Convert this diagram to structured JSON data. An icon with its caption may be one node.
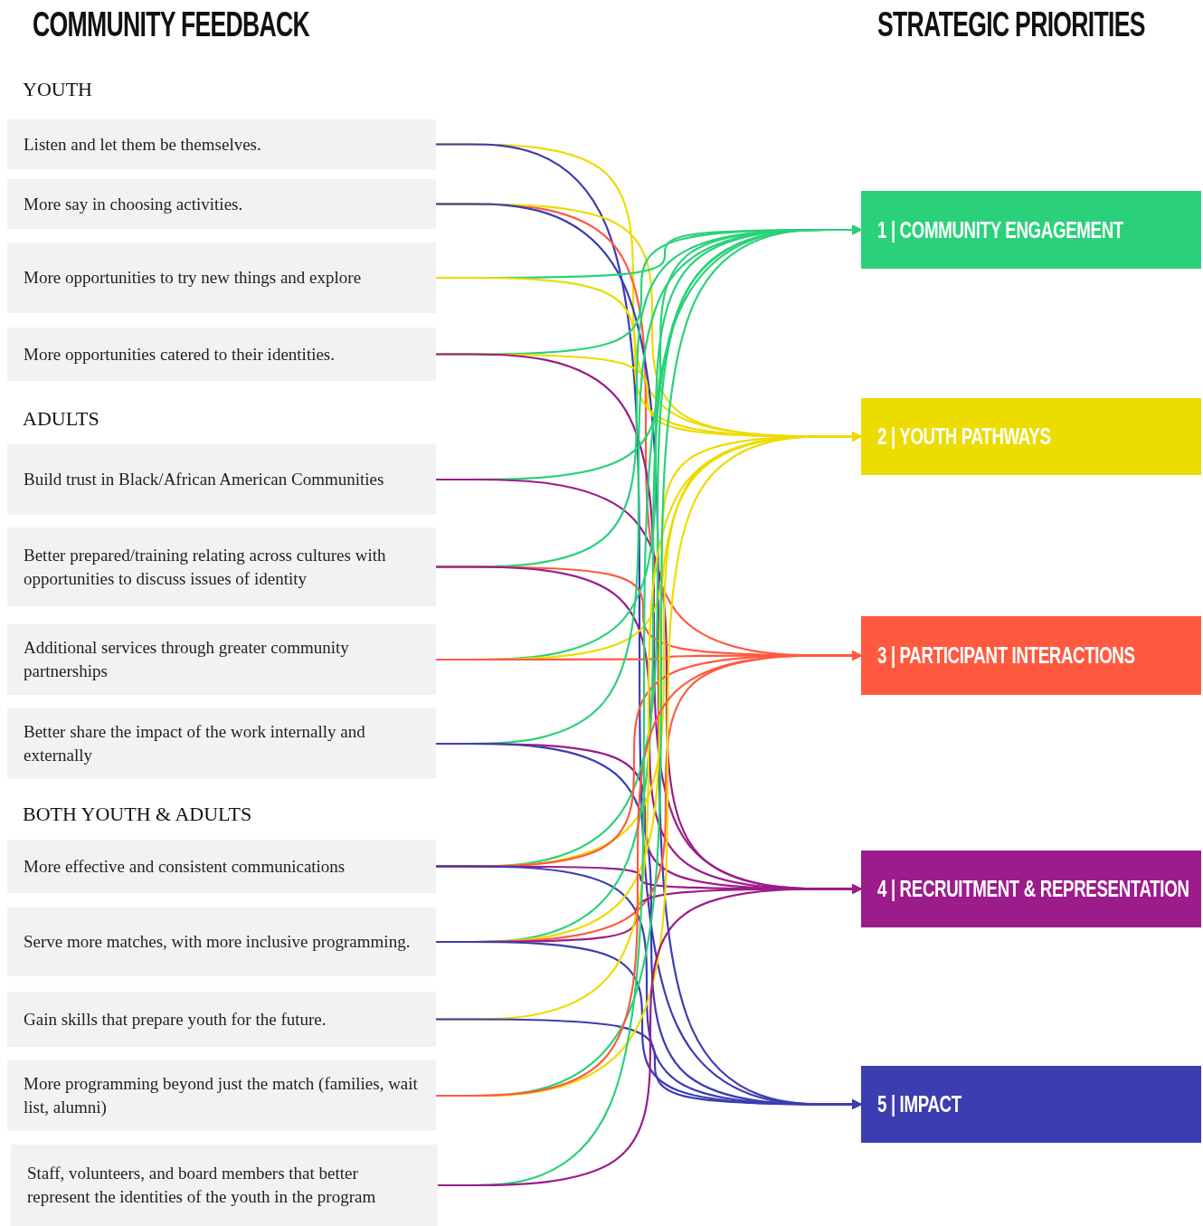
{
  "diagram": {
    "nodes": [
      {
        "text": [
          "Listen and let them be themselves."
        ]
      },
      {
        "text": [
          "More say in choosing activities."
        ]
      },
      {
        "text": [
          "More opportunities to try new things and explore"
        ]
      },
      {
        "text": [
          "More opportunities catered to their identities."
        ]
      },
      {
        "text": [
          "Build trust in Black/African American Communities"
        ]
      },
      {
        "text": [
          "Better prepared/training relating across cultures with opportunities to discuss issues of identity"
        ]
      },
      {
        "text": [
          "Additional services through greater community partnerships"
        ]
      },
      {
        "text": [
          "Better share the impact of the work internally and externally"
        ]
      },
      {
        "text": [
          "More effective and consistent communications"
        ]
      },
      {
        "text": [
          "Serve more matches, with more inclusive programming."
        ]
      },
      {
        "text": [
          "Gain skills that prepare youth for the future."
        ]
      },
      {
        "text": [
          "More programming beyond just the match (families, wait list, alumni)"
        ]
      },
      {
        "text": [
          "Staff, volunteers, and board members that better represent the identities of the youth in the program"
        ]
      },
      {
        "text": [
          "1 | COMMUNITY ENGAGEMENT"
        ]
      },
      {
        "text": [
          "2 | YOUTH PATHWAYS"
        ]
      },
      {
        "text": [
          "3 | PARTICIPANT INTERACTIONS"
        ]
      },
      {
        "text": [
          "4 | RECRUITMENT & REPRESENTATION"
        ]
      },
      {
        "text": [
          "5 | IMPACT"
        ]
      }
    ],
    "edges": [
      {
        "from": 0,
        "to": 14,
        "arrow": "to",
        "color": "#ecdc00"
      },
      {
        "from": 0,
        "to": 17,
        "arrow": "to",
        "color": "#3b3db0"
      },
      {
        "from": 1,
        "to": 15,
        "arrow": "to",
        "color": "#ff5a40"
      },
      {
        "from": 1,
        "to": 14,
        "arrow": "to",
        "color": "#ecdc00"
      },
      {
        "from": 1,
        "to": 17,
        "arrow": "to",
        "color": "#3b3db0"
      },
      {
        "from": 2,
        "to": 13,
        "arrow": "to",
        "color": "#2ad17a"
      },
      {
        "from": 2,
        "to": 14,
        "arrow": "to",
        "color": "#ecdc00"
      },
      {
        "from": 3,
        "to": 13,
        "arrow": "to",
        "color": "#2ad17a"
      },
      {
        "from": 3,
        "to": 14,
        "arrow": "to",
        "color": "#ecdc00"
      },
      {
        "from": 3,
        "to": 16,
        "arrow": "to",
        "color": "#9b1c8a"
      },
      {
        "from": 4,
        "to": 13,
        "arrow": "to",
        "color": "#2ad17a"
      },
      {
        "from": 4,
        "to": 16,
        "arrow": "to",
        "color": "#9b1c8a"
      },
      {
        "from": 5,
        "to": 13,
        "arrow": "to",
        "color": "#2ad17a"
      },
      {
        "from": 5,
        "to": 15,
        "arrow": "to",
        "color": "#ff5a40"
      },
      {
        "from": 5,
        "to": 16,
        "arrow": "to",
        "color": "#9b1c8a"
      },
      {
        "from": 6,
        "to": 13,
        "arrow": "to",
        "color": "#2ad17a"
      },
      {
        "from": 6,
        "to": 14,
        "arrow": "to",
        "color": "#ecdc00"
      },
      {
        "from": 6,
        "to": 15,
        "arrow": "to",
        "color": "#ff5a40"
      },
      {
        "from": 7,
        "to": 13,
        "arrow": "to",
        "color": "#2ad17a"
      },
      {
        "from": 7,
        "to": 16,
        "arrow": "to",
        "color": "#9b1c8a"
      },
      {
        "from": 7,
        "to": 17,
        "arrow": "to",
        "color": "#3b3db0"
      },
      {
        "from": 8,
        "to": 13,
        "arrow": "to",
        "color": "#2ad17a"
      },
      {
        "from": 8,
        "to": 14,
        "arrow": "to",
        "color": "#ecdc00"
      },
      {
        "from": 8,
        "to": 15,
        "arrow": "to",
        "color": "#ff5a40"
      },
      {
        "from": 8,
        "to": 16,
        "arrow": "to",
        "color": "#9b1c8a"
      },
      {
        "from": 8,
        "to": 17,
        "arrow": "to",
        "color": "#3b3db0"
      },
      {
        "from": 9,
        "to": 13,
        "arrow": "to",
        "color": "#2ad17a"
      },
      {
        "from": 9,
        "to": 14,
        "arrow": "to",
        "color": "#ecdc00"
      },
      {
        "from": 9,
        "to": 15,
        "arrow": "to",
        "color": "#ff5a40"
      },
      {
        "from": 9,
        "to": 16,
        "arrow": "to",
        "color": "#9b1c8a"
      },
      {
        "from": 9,
        "to": 17,
        "arrow": "to",
        "color": "#3b3db0"
      },
      {
        "from": 10,
        "to": 14,
        "arrow": "to",
        "color": "#ecdc00"
      },
      {
        "from": 10,
        "to": 17,
        "arrow": "to",
        "color": "#3b3db0"
      },
      {
        "from": 11,
        "to": 13,
        "arrow": "to",
        "color": "#2ad17a"
      },
      {
        "from": 11,
        "to": 14,
        "arrow": "to",
        "color": "#ecdc00"
      },
      {
        "from": 11,
        "to": 15,
        "arrow": "to",
        "color": "#ff5a40"
      },
      {
        "from": 12,
        "to": 13,
        "arrow": "to",
        "color": "#2ad17a"
      },
      {
        "from": 12,
        "to": 16,
        "arrow": "to",
        "color": "#9b1c8a"
      }
    ],
    "labels": [
      "COMMUNITY FEEDBACK",
      "STRATEGIC PRIORITIES",
      "YOUTH",
      "ADULTS",
      "BOTH YOUTH & ADULTS"
    ]
  }
}
